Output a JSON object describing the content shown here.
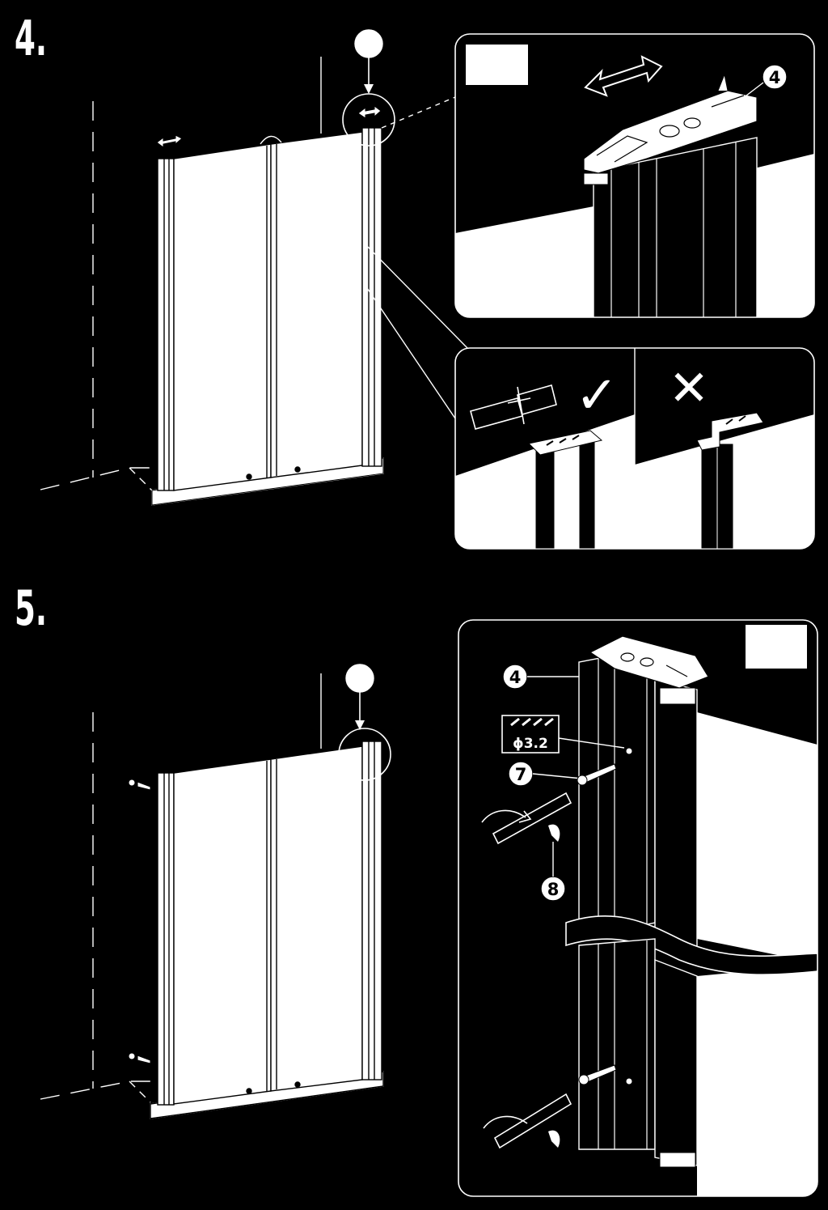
{
  "steps": [
    {
      "number": "4.",
      "detail_callout": "4",
      "check_mark": "✓",
      "cross_mark": "✕"
    },
    {
      "number": "5.",
      "callouts": {
        "part_bracket": "4",
        "screw": "7",
        "screwdriver": "8"
      },
      "drill_size": "ϕ3.2"
    }
  ],
  "colors": {
    "background": "#000000",
    "line": "#ffffff",
    "panel": "#ffffff"
  }
}
